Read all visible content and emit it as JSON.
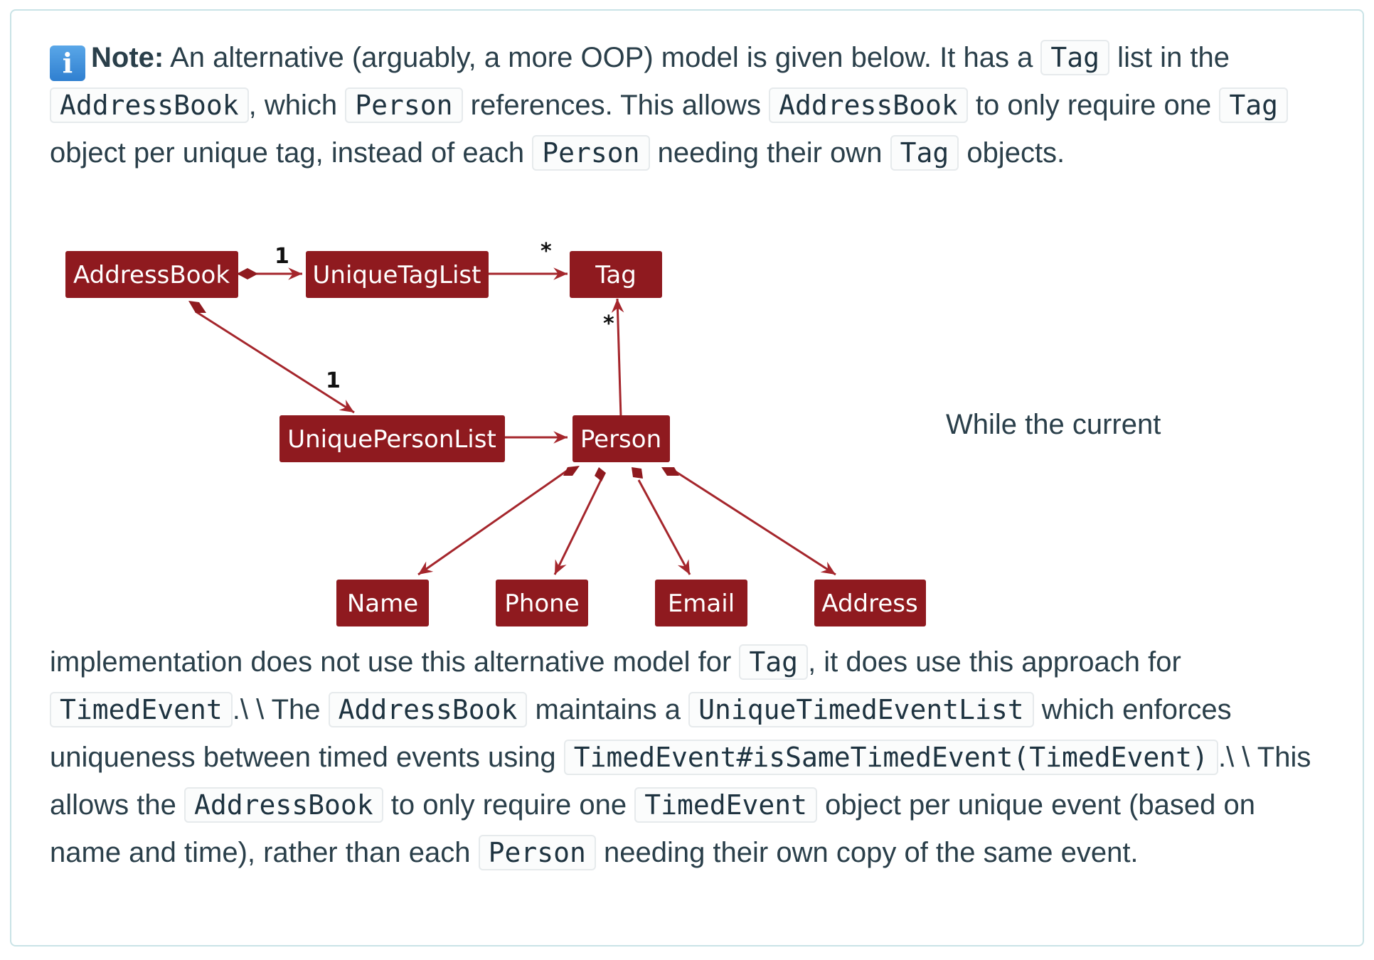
{
  "note": {
    "label": "Note:",
    "icon": "info-icon",
    "top": [
      " An alternative (arguably, a more OOP) model is given below. It has a ",
      "Tag",
      " list in the ",
      "AddressBook",
      ", which ",
      "Person",
      " references. This allows ",
      "AddressBook",
      " to only require one ",
      "Tag",
      " object per unique tag, instead of each ",
      "Person",
      " needing their own ",
      "Tag",
      " objects."
    ],
    "side_text": "While the current",
    "bottom": [
      "implementation does not use this alternative model for ",
      "Tag",
      ", it does use this approach for ",
      "TimedEvent",
      ".\\ \\ The ",
      "AddressBook",
      " maintains a ",
      "UniqueTimedEventList",
      " which enforces uniqueness between timed events using ",
      "TimedEvent#isSameTimedEvent(TimedEvent)",
      ".\\ \\ This allows the ",
      "AddressBook",
      " to only require one ",
      "TimedEvent",
      " object per unique event (based on name and time), rather than each ",
      "Person",
      " needing their own copy of the same event."
    ]
  },
  "diagram": {
    "nodes": {
      "addressbook": "AddressBook",
      "uniquetaglist": "UniqueTagList",
      "tag": "Tag",
      "uniquepersonlist": "UniquePersonList",
      "person": "Person",
      "name": "Name",
      "phone": "Phone",
      "email": "Email",
      "address": "Address"
    },
    "multiplicities": {
      "ab_taglist": "1",
      "taglist_tag": "*",
      "person_tag": "*",
      "ab_personlist": "1"
    },
    "colors": {
      "node": "#8f1a1f",
      "edge": "#a5262c"
    }
  }
}
